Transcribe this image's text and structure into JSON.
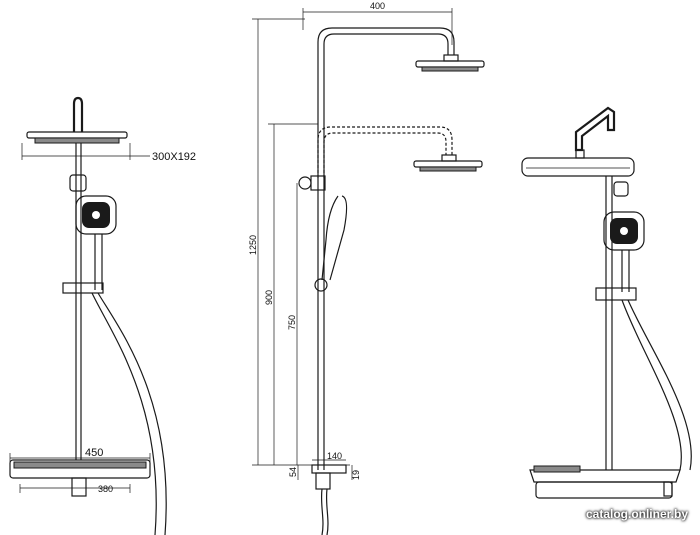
{
  "dimensions": {
    "head_size": "300X192",
    "width_450": "450",
    "width_380": "380",
    "width_400": "400",
    "height_1250": "1250",
    "height_900": "900",
    "height_750": "750",
    "shelf_140": "140",
    "height_54": "54",
    "height_19": "19"
  },
  "watermark": "catalog.onliner.by",
  "colors": {
    "line": "#1a1a1a",
    "grey_fill": "#8a8a8a",
    "background": "#ffffff"
  }
}
